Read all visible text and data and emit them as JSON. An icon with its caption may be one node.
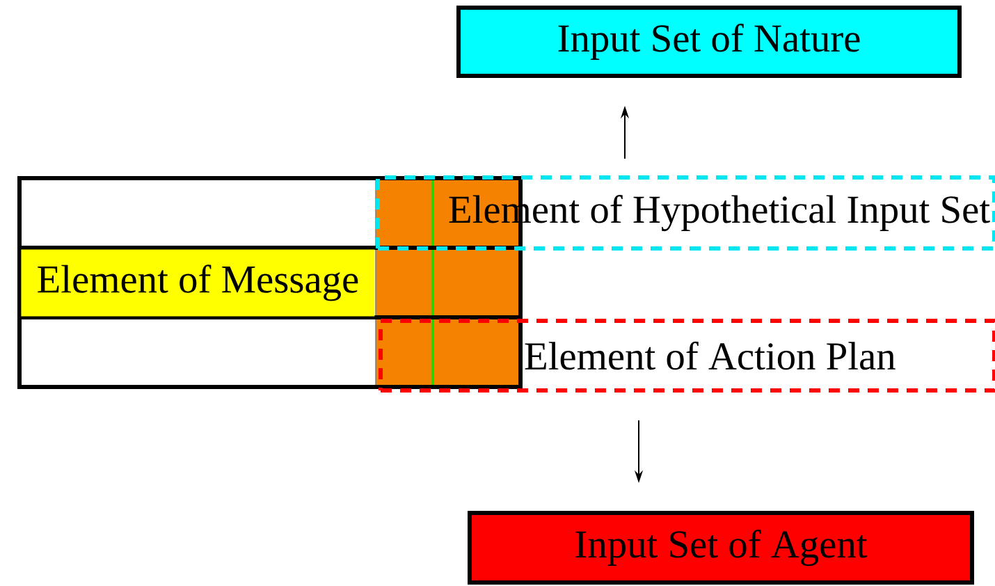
{
  "diagram": {
    "nodes": [
      {
        "text": [
          "Input Set of Nature"
        ]
      },
      {
        "text": [
          "Element of Hypothetical Input Set"
        ]
      },
      {
        "text": [
          "Element of Message"
        ]
      },
      {
        "text": [
          "Element of Action Plan"
        ]
      },
      {
        "text": [
          "Input Set of Agent"
        ]
      }
    ],
    "edges": [
      {
        "from": 1,
        "to": 0,
        "arrow": "to"
      },
      {
        "from": 3,
        "to": 4,
        "arrow": "to"
      }
    ]
  }
}
